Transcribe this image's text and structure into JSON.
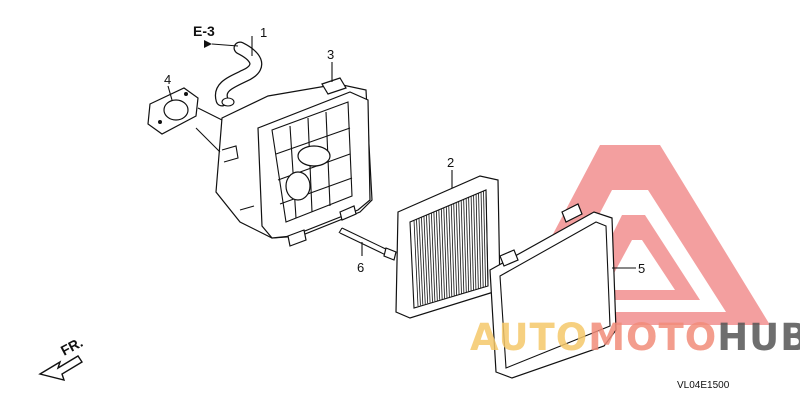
{
  "diagram": {
    "ref_page": "E-3",
    "front_label": "FR.",
    "code": "VL04E1500",
    "callouts": [
      "1",
      "2",
      "3",
      "4",
      "5",
      "6"
    ]
  },
  "watermark": {
    "word1": "AUTO",
    "word2": "MOTO",
    "word3": "HUB",
    "colors": {
      "logo": "#f08080",
      "auto": "#f5c86a",
      "moto": "#f28c7a",
      "hub": "#555555"
    }
  }
}
